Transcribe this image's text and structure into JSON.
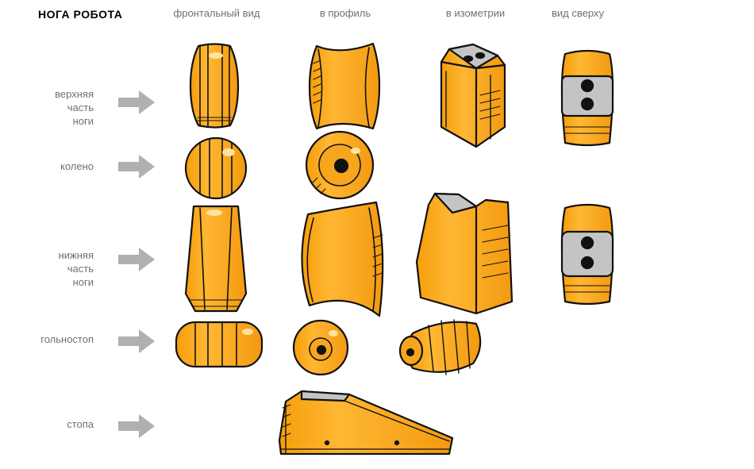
{
  "title": "НОГА  РОБОТА",
  "columns": [
    "фронтальный  вид",
    "в  профиль",
    "в  изометрии",
    "вид  сверху"
  ],
  "rows": [
    {
      "label": [
        "верхняя",
        "часть",
        "ноги"
      ]
    },
    {
      "label": [
        "колено"
      ]
    },
    {
      "label": [
        "нижняя",
        "часть",
        "ноги"
      ]
    },
    {
      "label": [
        "гольностоп"
      ]
    },
    {
      "label": [
        "стопа"
      ]
    }
  ],
  "colors": {
    "orange": "#F7A51C",
    "orange_light": "#FFD78A",
    "grey": "#BDBDBD",
    "ink": "#111111",
    "arrow": "#B0B0B0",
    "label": "#707070"
  }
}
